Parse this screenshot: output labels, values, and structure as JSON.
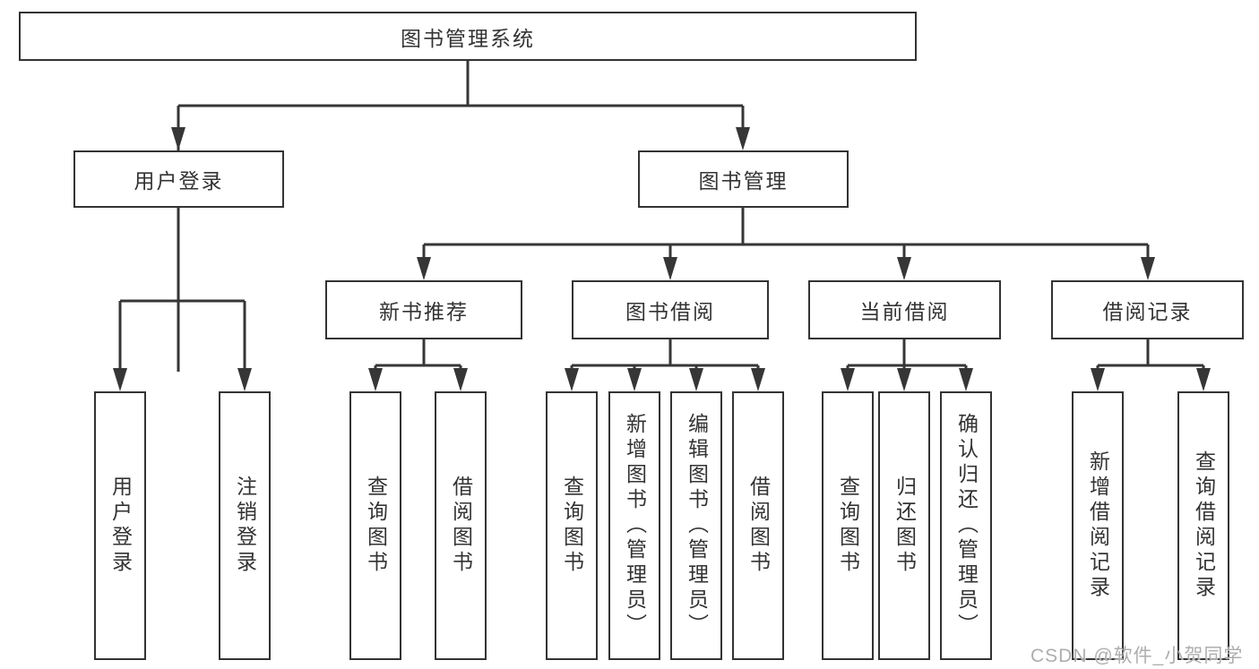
{
  "diagram_title": "图书管理系统",
  "tree": {
    "label": "图书管理系统",
    "children": [
      {
        "label": "用户登录",
        "children": [
          {
            "label": "用户登录"
          },
          {
            "label": "注销登录"
          }
        ]
      },
      {
        "label": "图书管理",
        "children": [
          {
            "label": "新书推荐",
            "children": [
              {
                "label": "查询图书"
              },
              {
                "label": "借阅图书"
              }
            ]
          },
          {
            "label": "图书借阅",
            "children": [
              {
                "label": "查询图书"
              },
              {
                "label": "新增图书（管理员）"
              },
              {
                "label": "编辑图书（管理员）"
              },
              {
                "label": "借阅图书"
              }
            ]
          },
          {
            "label": "当前借阅",
            "children": [
              {
                "label": "查询图书"
              },
              {
                "label": "归还图书"
              },
              {
                "label": "确认归还（管理员）"
              }
            ]
          },
          {
            "label": "借阅记录",
            "children": [
              {
                "label": "新增借阅记录"
              },
              {
                "label": "查询借阅记录"
              }
            ]
          }
        ]
      }
    ]
  },
  "watermark": "CSDN @软件_小贺同学",
  "colors": {
    "line": "#363636",
    "box_border": "#333333",
    "text": "#333333",
    "box_background": "#ffffff",
    "page_background": "#ffffff",
    "watermark": "#aeaeae"
  }
}
